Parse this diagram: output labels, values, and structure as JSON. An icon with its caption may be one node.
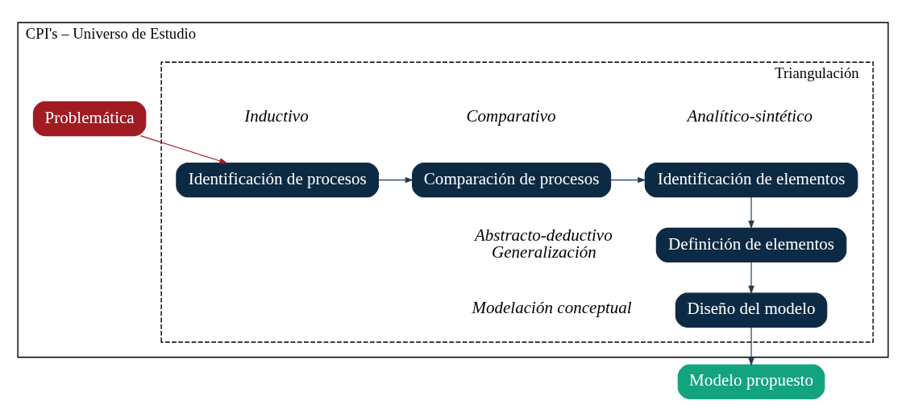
{
  "diagram": {
    "nodes": [
      {
        "text": [
          "CPI's – Universo de Estudio"
        ]
      },
      {
        "text": [
          "Triangulación"
        ],
        "in": 0
      },
      {
        "text": [
          "Problemática"
        ],
        "in": 0
      },
      {
        "text": [
          "Identificación de procesos"
        ],
        "in": 1,
        "beside": [
          "Inductivo"
        ]
      },
      {
        "text": [
          "Comparación de procesos"
        ],
        "in": 1,
        "beside": [
          "Comparativo"
        ]
      },
      {
        "text": [
          "Identificación de elementos"
        ],
        "in": 1,
        "beside": [
          "Analítico-sintético"
        ]
      },
      {
        "text": [
          "Definición de elementos"
        ],
        "in": 1,
        "beside": [
          "Abstracto-deductivo",
          "Generalización"
        ]
      },
      {
        "text": [
          "Diseño del modelo"
        ],
        "in": 1,
        "beside": [
          "Modelación conceptual"
        ]
      },
      {
        "text": [
          "Modelo propuesto"
        ]
      }
    ],
    "edges": [
      {
        "from": 2,
        "to": 3,
        "arrow": "to",
        "color": "#a01c22"
      },
      {
        "from": 3,
        "to": 4,
        "arrow": "to"
      },
      {
        "from": 4,
        "to": 5,
        "arrow": "to"
      },
      {
        "from": 5,
        "to": 6,
        "arrow": "to"
      },
      {
        "from": 6,
        "to": 7,
        "arrow": "to"
      },
      {
        "from": 7,
        "to": 8,
        "arrow": "to"
      }
    ]
  }
}
